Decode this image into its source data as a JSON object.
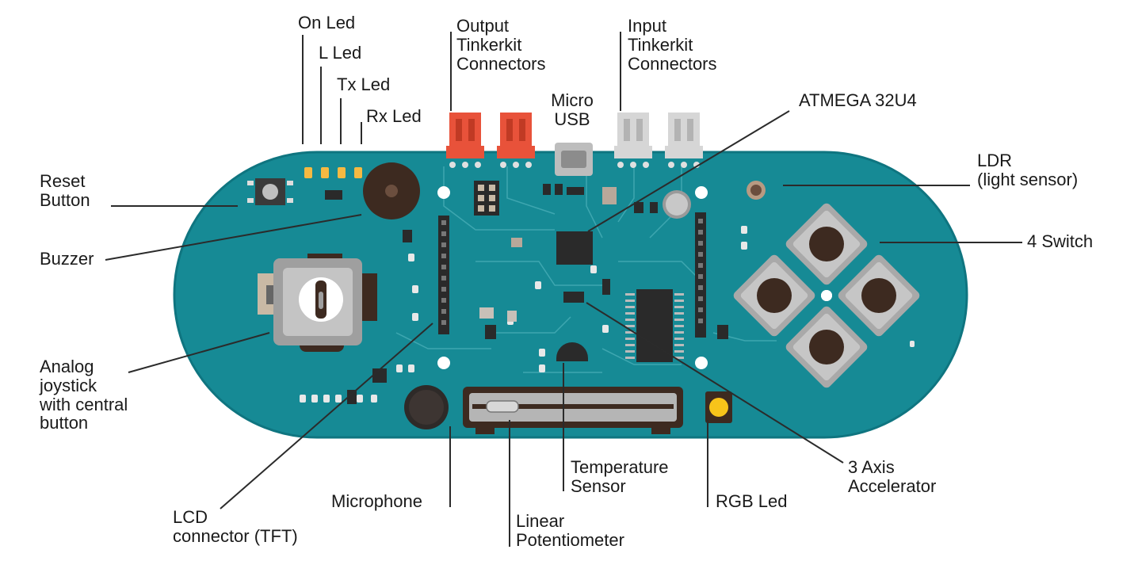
{
  "labels": {
    "on_led": "On Led",
    "l_led": "L Led",
    "tx_led": "Tx Led",
    "rx_led": "Rx Led",
    "output_tinkerkit": [
      "Output",
      "Tinkerkit",
      "Connectors"
    ],
    "input_tinkerkit": [
      "Input",
      "Tinkerkit",
      "Connectors"
    ],
    "micro_usb": [
      "Micro",
      "USB"
    ],
    "atmega": "ATMEGA 32U4",
    "ldr": [
      "LDR",
      "(light sensor)"
    ],
    "reset_button": [
      "Reset",
      "Button"
    ],
    "buzzer": "Buzzer",
    "four_switch": "4 Switch",
    "joystick": [
      "Analog",
      "joystick",
      "with central",
      "button"
    ],
    "lcd_connector": [
      "LCD",
      "connector (TFT)"
    ],
    "microphone": "Microphone",
    "linear_pot": [
      "Linear",
      "Potentiometer"
    ],
    "temp_sensor": [
      "Temperature",
      "Sensor"
    ],
    "rgb_led": "RGB Led",
    "accelerometer": [
      "3 Axis",
      "Accelerator"
    ]
  },
  "colors": {
    "board": "#168a95",
    "board_edge": "#0f7580",
    "trace": "#4fb3bc",
    "chip": "#2a2a2a",
    "red_connector": "#e8523a",
    "grey_connector": "#d6d6d6",
    "led_amber": "#f5b942",
    "rgb_led": "#f7c41a",
    "brown": "#3d2a20"
  }
}
